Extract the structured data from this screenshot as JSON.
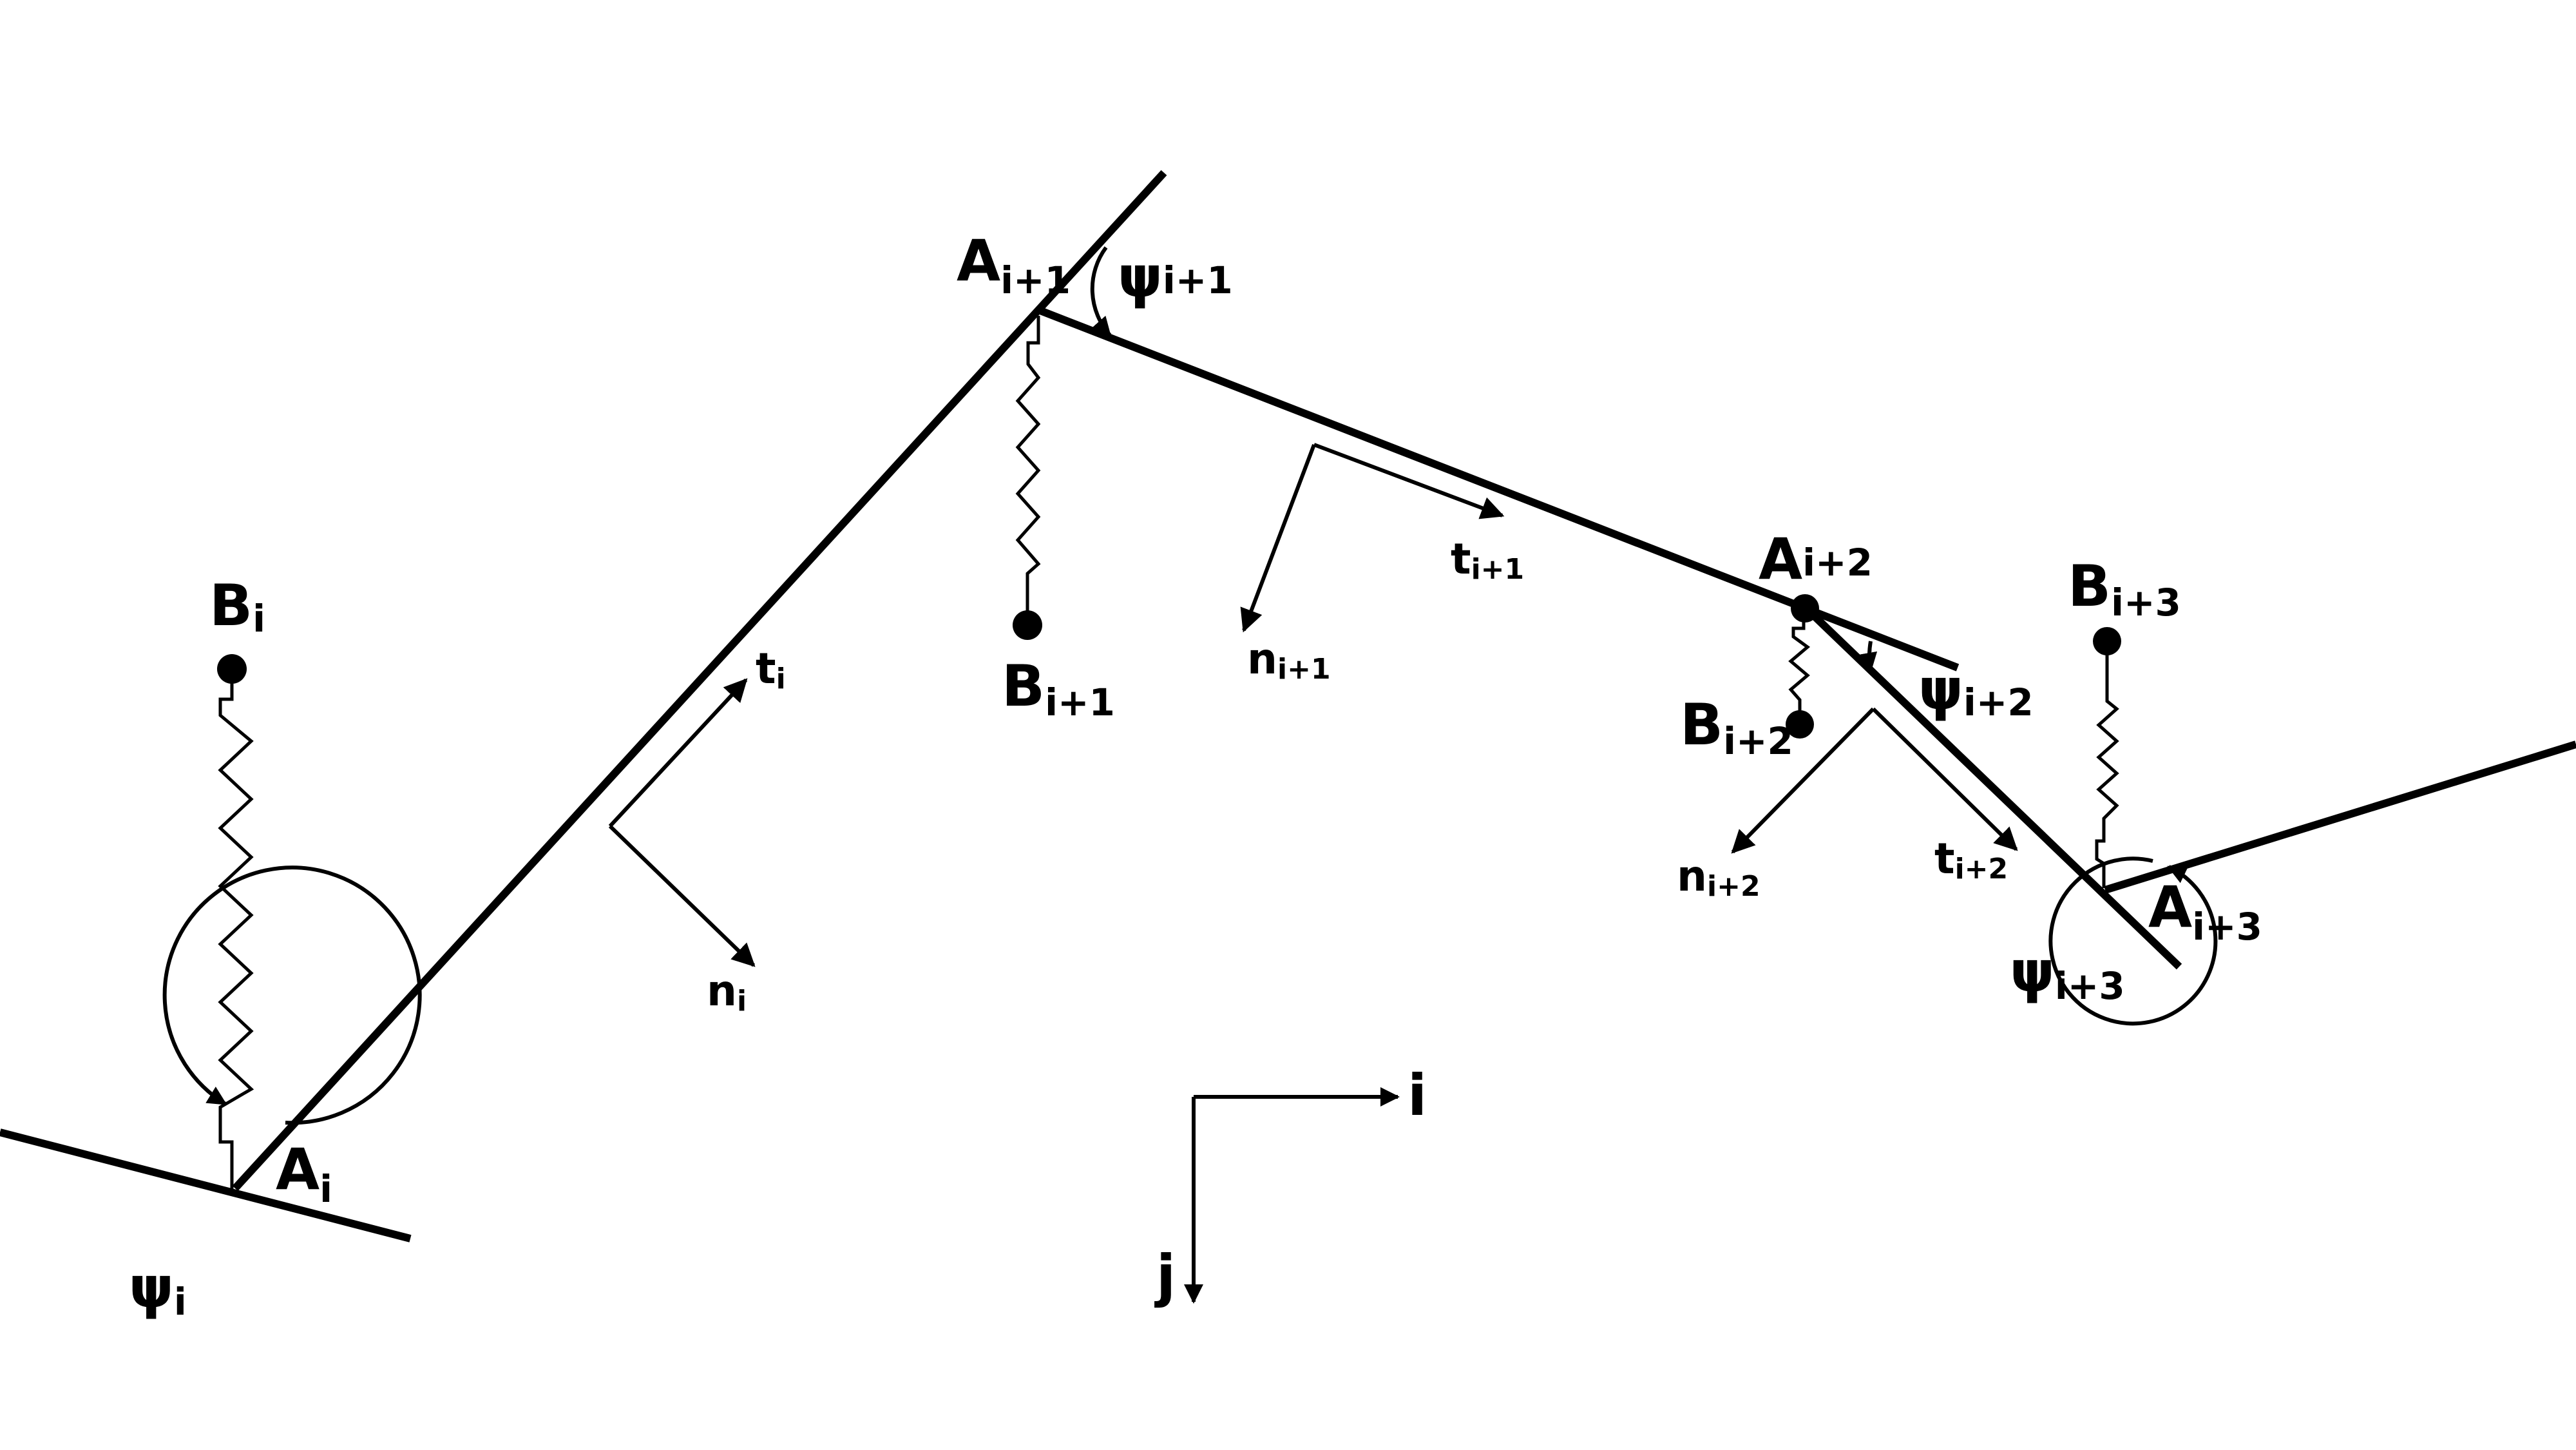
{
  "nodes": {
    "A_i": {
      "base": "A",
      "sub": "i"
    },
    "A_i1": {
      "base": "A",
      "sub": "i+1"
    },
    "A_i2": {
      "base": "A",
      "sub": "i+2"
    },
    "A_i3": {
      "base": "A",
      "sub": "i+3"
    },
    "B_i": {
      "base": "B",
      "sub": "i"
    },
    "B_i1": {
      "base": "B",
      "sub": "i+1"
    },
    "B_i2": {
      "base": "B",
      "sub": "i+2"
    },
    "B_i3": {
      "base": "B",
      "sub": "i+3"
    }
  },
  "angles": {
    "psi_i": {
      "base": "ψ",
      "sub": "i"
    },
    "psi_i1": {
      "base": "ψ",
      "sub": "i+1"
    },
    "psi_i2": {
      "base": "ψ",
      "sub": "i+2"
    },
    "psi_i3": {
      "base": "ψ",
      "sub": "i+3"
    }
  },
  "vectors": {
    "t_i": {
      "base": "t",
      "sub": "i"
    },
    "n_i": {
      "base": "n",
      "sub": "i"
    },
    "t_i1": {
      "base": "t",
      "sub": "i+1"
    },
    "n_i1": {
      "base": "n",
      "sub": "i+1"
    },
    "t_i2": {
      "base": "t",
      "sub": "i+2"
    },
    "n_i2": {
      "base": "n",
      "sub": "i+2"
    }
  },
  "axes": {
    "i": "i",
    "j": "j"
  }
}
